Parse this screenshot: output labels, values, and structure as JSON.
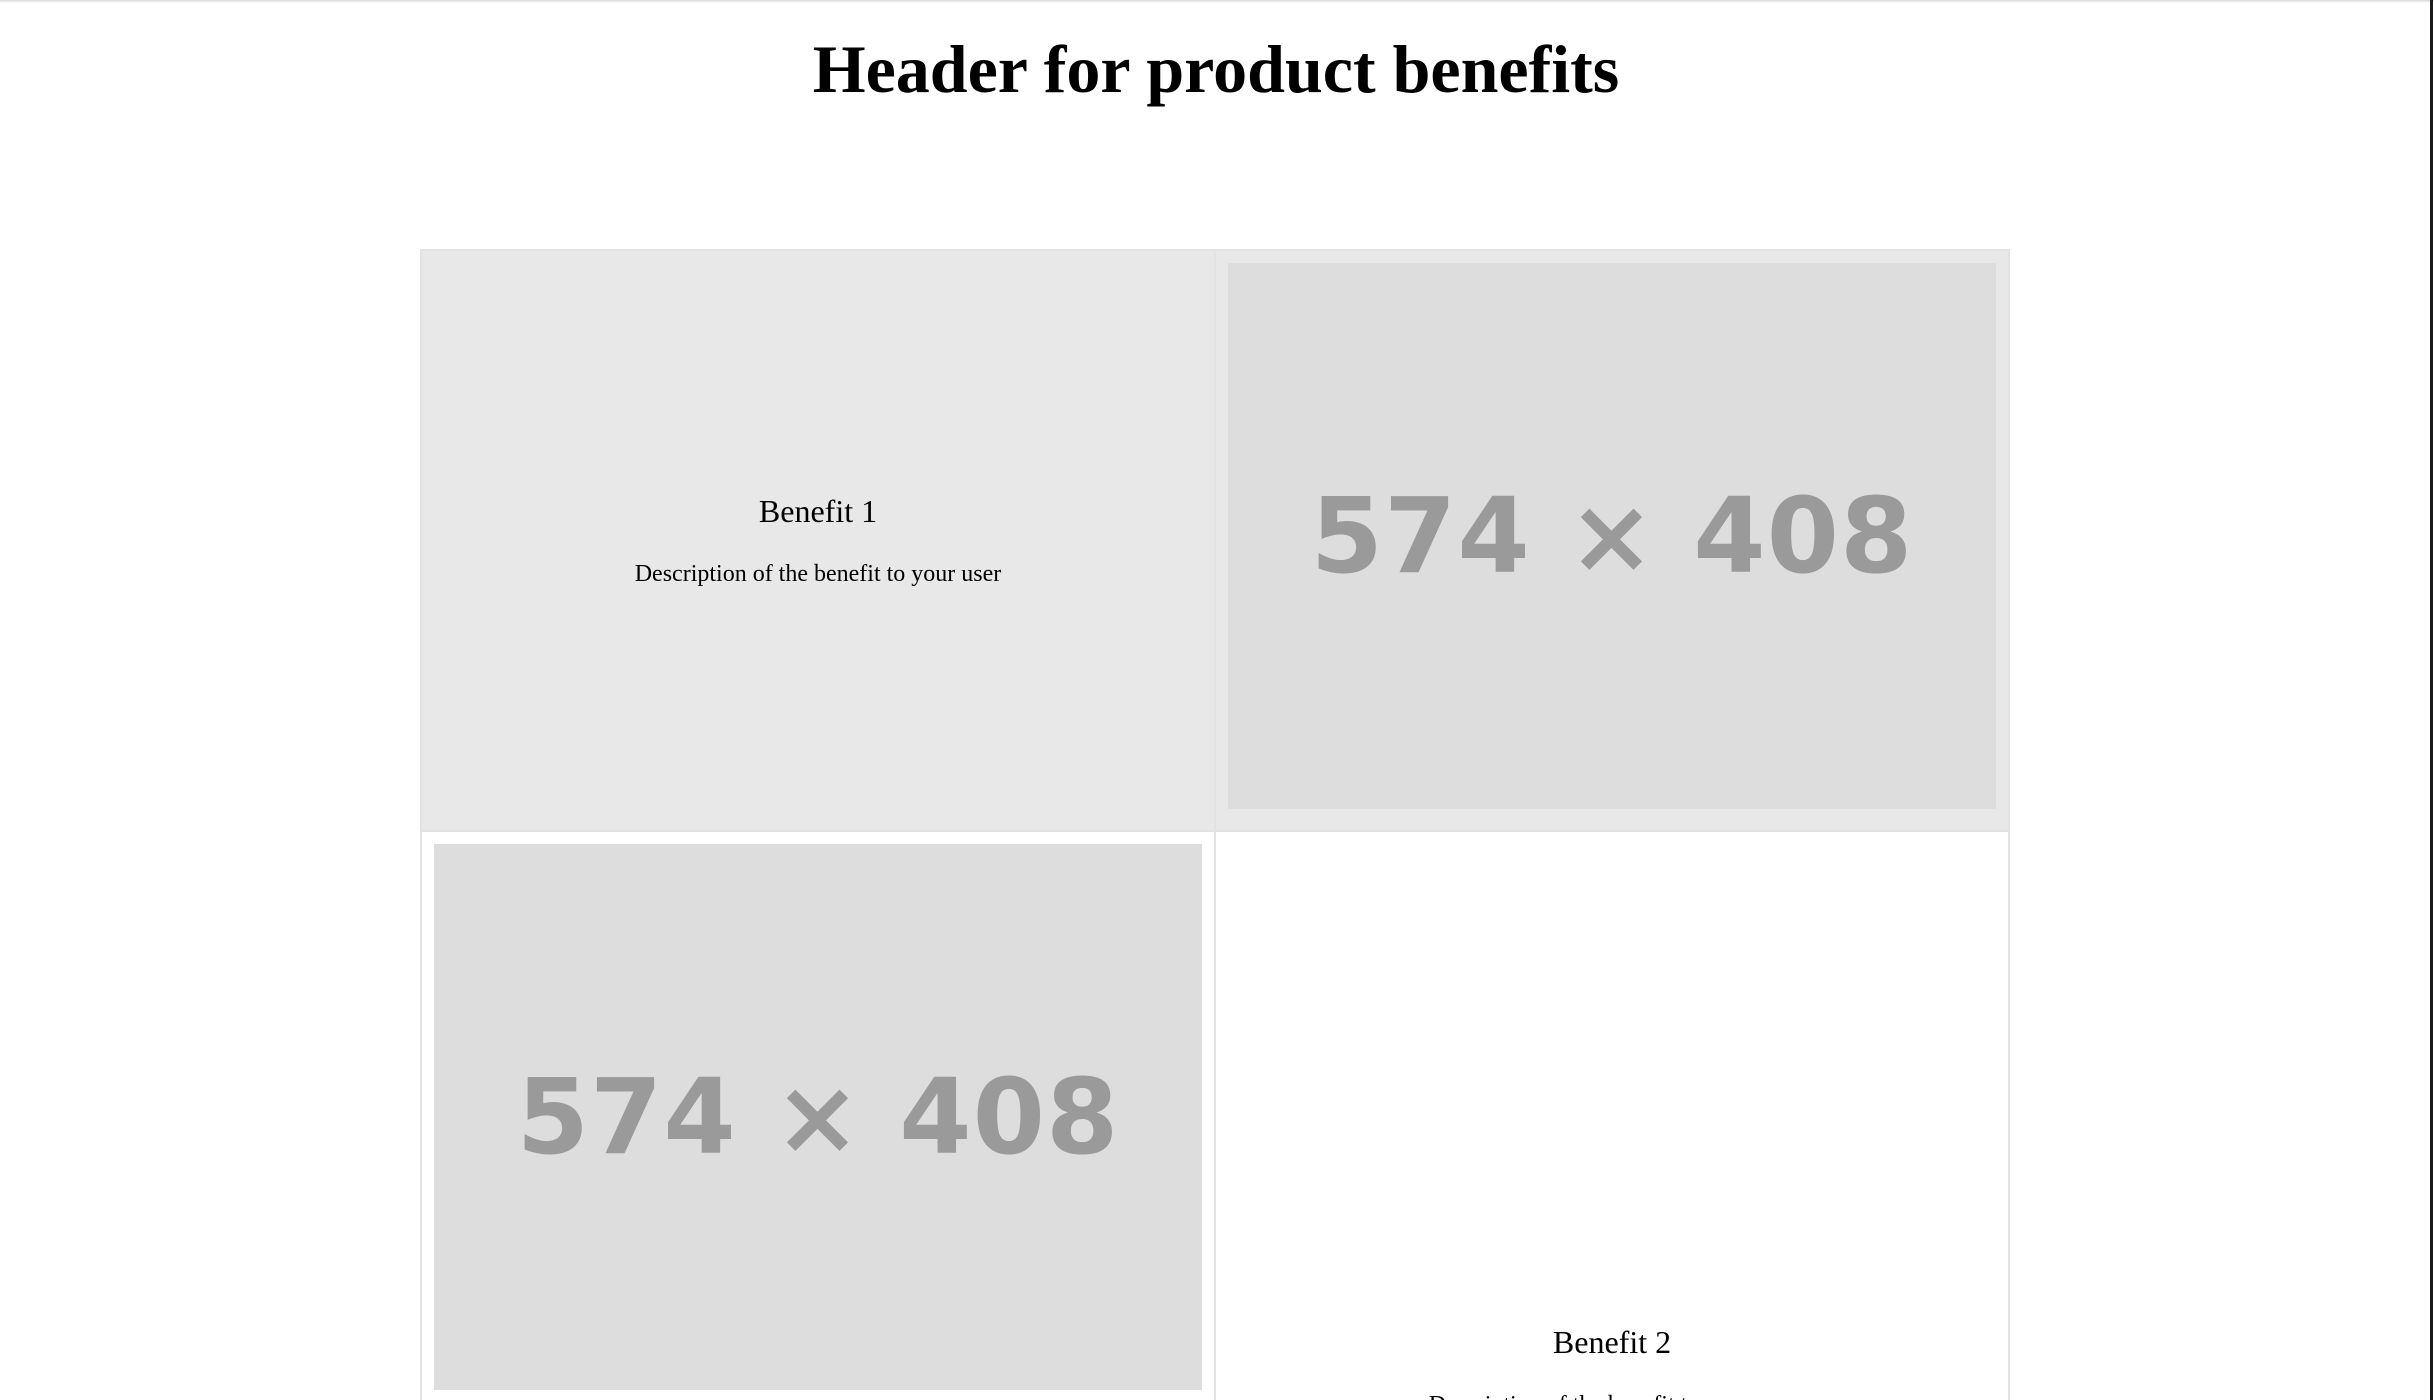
{
  "header": {
    "title": "Header for product benefits"
  },
  "benefits": [
    {
      "title": "Benefit 1",
      "description": "Description of the benefit to your user"
    },
    {
      "title": "Benefit 2",
      "description": "Description of the benefit to your user"
    }
  ],
  "images": [
    {
      "label": "574 × 408"
    },
    {
      "label": "574 × 408"
    }
  ],
  "colors": {
    "shaded_cell": "#e8e8e8",
    "placeholder_bg": "#dddddd",
    "placeholder_text": "#9a9a9a",
    "cell_border": "#e3e3e3"
  }
}
